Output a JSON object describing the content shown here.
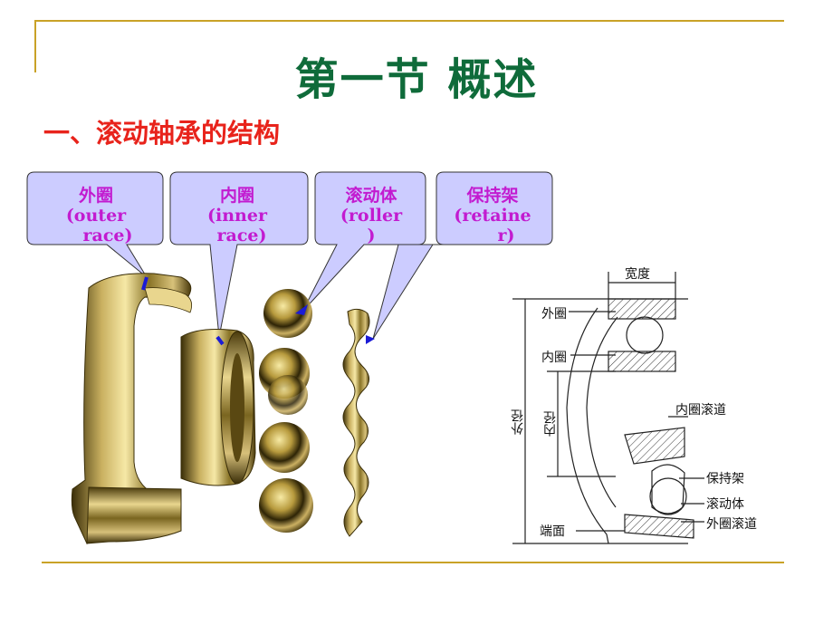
{
  "slide": {
    "title": "第一节  概述",
    "subtitle": "一、滚动轴承的结构"
  },
  "callouts": [
    {
      "name": "外圈",
      "line1": "(outer",
      "line2": "race)"
    },
    {
      "name": "内圈",
      "line1": "(inner",
      "line2": "race)"
    },
    {
      "name": "滚动体",
      "line1": "(roller",
      "line2": ")"
    },
    {
      "name": "保持架",
      "line1": "(retaine",
      "line2": "r)"
    }
  ],
  "diagram": {
    "width_label": "宽度",
    "outer_ring": "外圈",
    "inner_ring": "内圈",
    "outer_diameter": "外径",
    "inner_diameter": "内径",
    "inner_raceway": "内圈滚道",
    "cage": "保持架",
    "rolling_element": "滚动体",
    "end_face": "端面",
    "outer_raceway": "外圈滚道"
  },
  "colors": {
    "title": "#0f6b3a",
    "subtitle": "#e8231b",
    "callout_text": "#c21bd0",
    "callout_fill": "#ccccff",
    "rule": "#c9a227"
  }
}
